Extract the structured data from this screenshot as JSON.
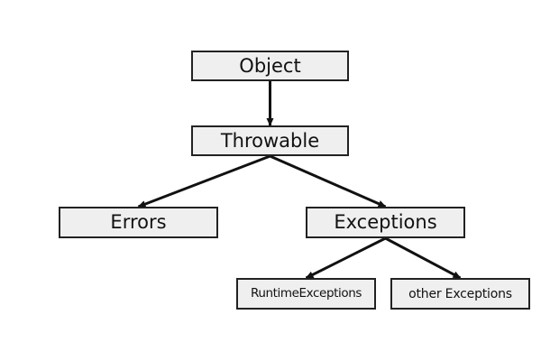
{
  "diagram": {
    "nodes": {
      "object": "Object",
      "throwable": "Throwable",
      "errors": "Errors",
      "exceptions": "Exceptions",
      "runtime_exceptions": "RuntimeExceptions",
      "other_exceptions": "other Exceptions"
    },
    "edges": [
      {
        "from": "object",
        "to": "throwable"
      },
      {
        "from": "throwable",
        "to": "errors"
      },
      {
        "from": "throwable",
        "to": "exceptions"
      },
      {
        "from": "exceptions",
        "to": "runtime_exceptions"
      },
      {
        "from": "exceptions",
        "to": "other_exceptions"
      }
    ],
    "colors": {
      "box_fill": "#efefef",
      "box_border": "#222222",
      "edge": "#111111"
    }
  }
}
